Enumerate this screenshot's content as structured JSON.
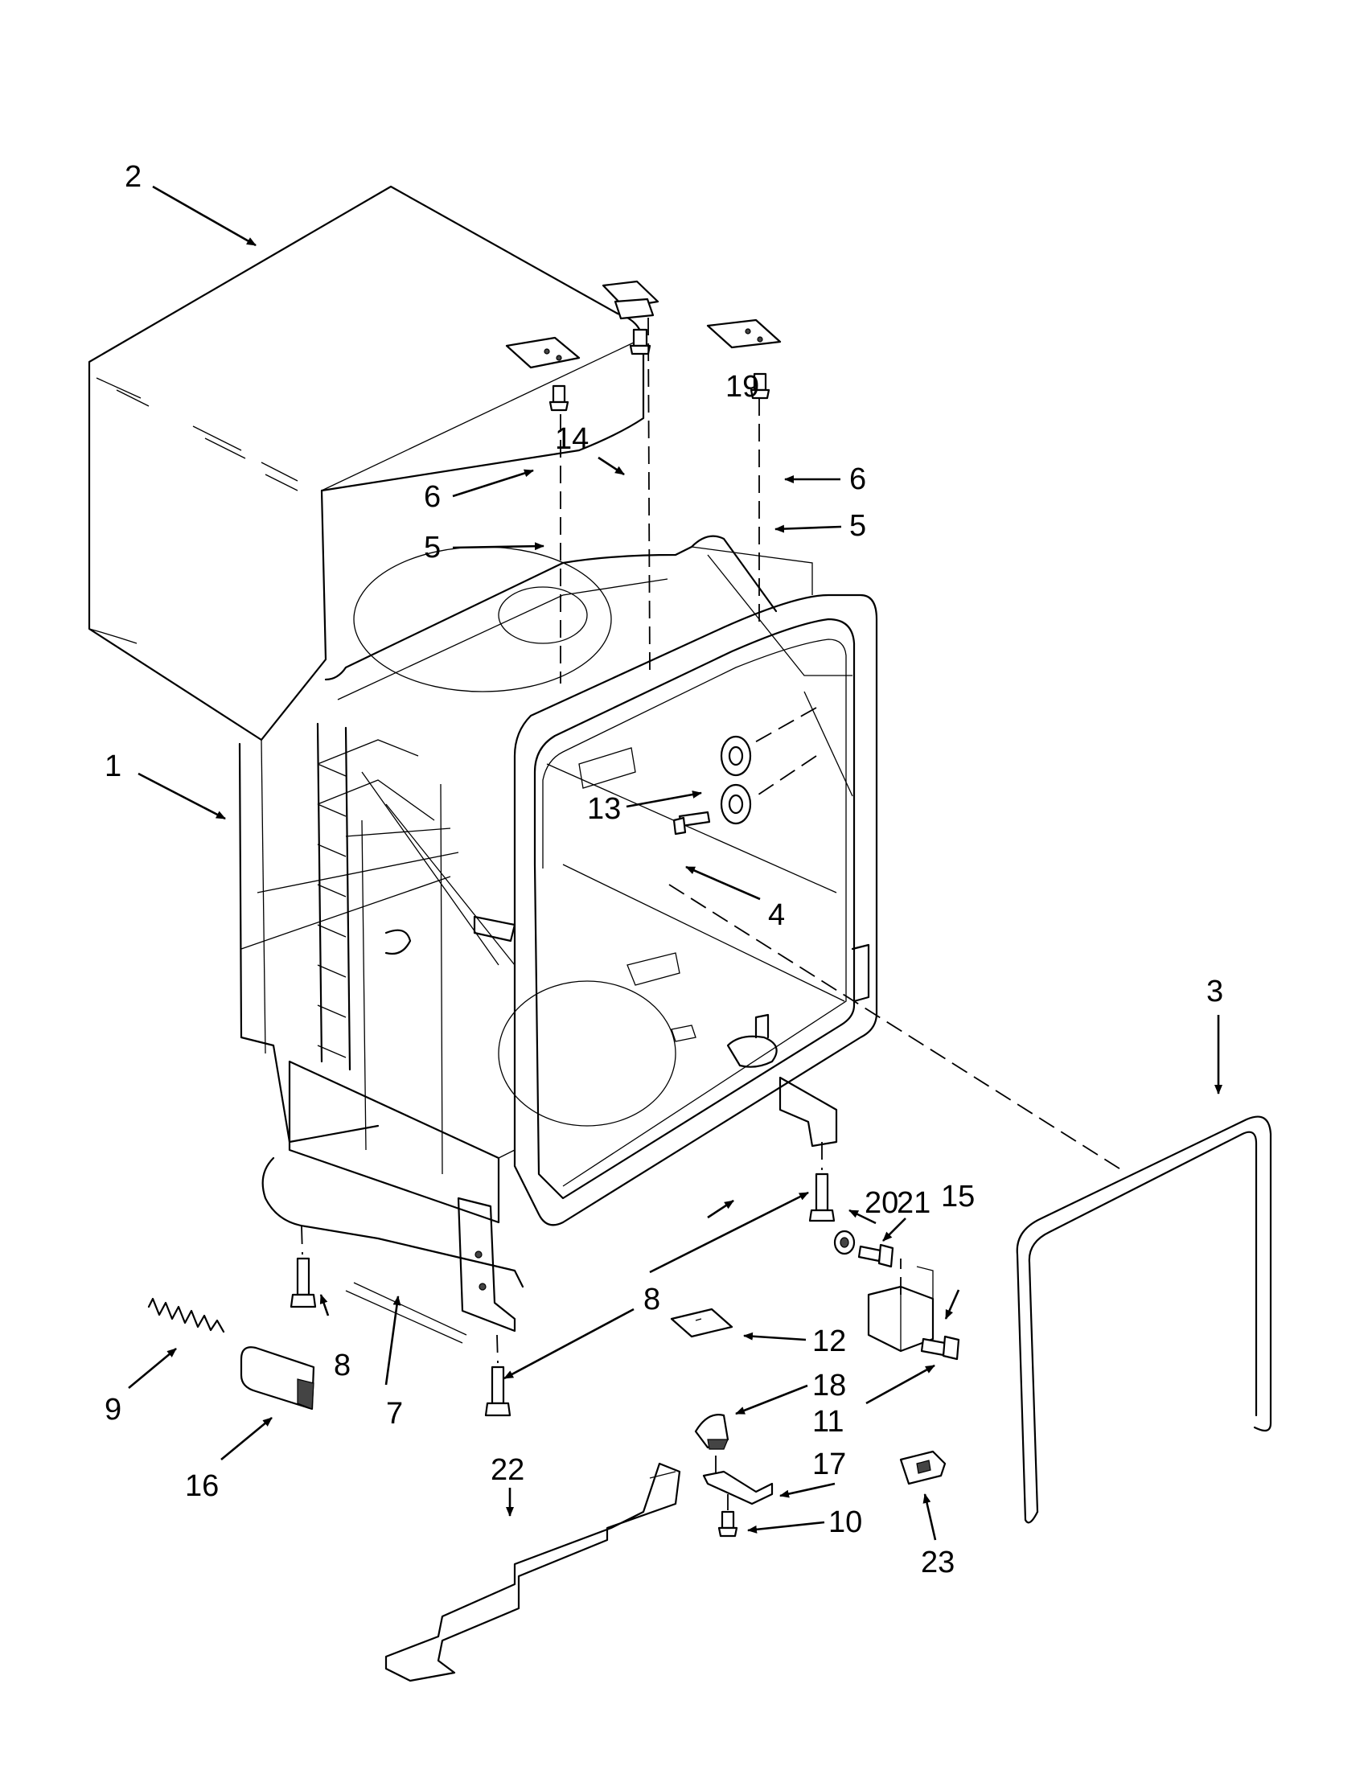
{
  "diagram": {
    "callouts": [
      {
        "id": "c1",
        "label": "1"
      },
      {
        "id": "c2",
        "label": "2"
      },
      {
        "id": "c3",
        "label": "3"
      },
      {
        "id": "c4",
        "label": "4"
      },
      {
        "id": "c5a",
        "label": "5"
      },
      {
        "id": "c5b",
        "label": "5"
      },
      {
        "id": "c6a",
        "label": "6"
      },
      {
        "id": "c6b",
        "label": "6"
      },
      {
        "id": "c7",
        "label": "7"
      },
      {
        "id": "c8a",
        "label": "8"
      },
      {
        "id": "c8b",
        "label": "8"
      },
      {
        "id": "c9",
        "label": "9"
      },
      {
        "id": "c10",
        "label": "10"
      },
      {
        "id": "c11",
        "label": "11"
      },
      {
        "id": "c12",
        "label": "12"
      },
      {
        "id": "c13",
        "label": "13"
      },
      {
        "id": "c14",
        "label": "14"
      },
      {
        "id": "c15",
        "label": "15"
      },
      {
        "id": "c16",
        "label": "16"
      },
      {
        "id": "c17",
        "label": "17"
      },
      {
        "id": "c18",
        "label": "18"
      },
      {
        "id": "c19",
        "label": "19"
      },
      {
        "id": "c20",
        "label": "20"
      },
      {
        "id": "c21",
        "label": "21"
      },
      {
        "id": "c22",
        "label": "22"
      },
      {
        "id": "c23",
        "label": "23"
      }
    ]
  }
}
